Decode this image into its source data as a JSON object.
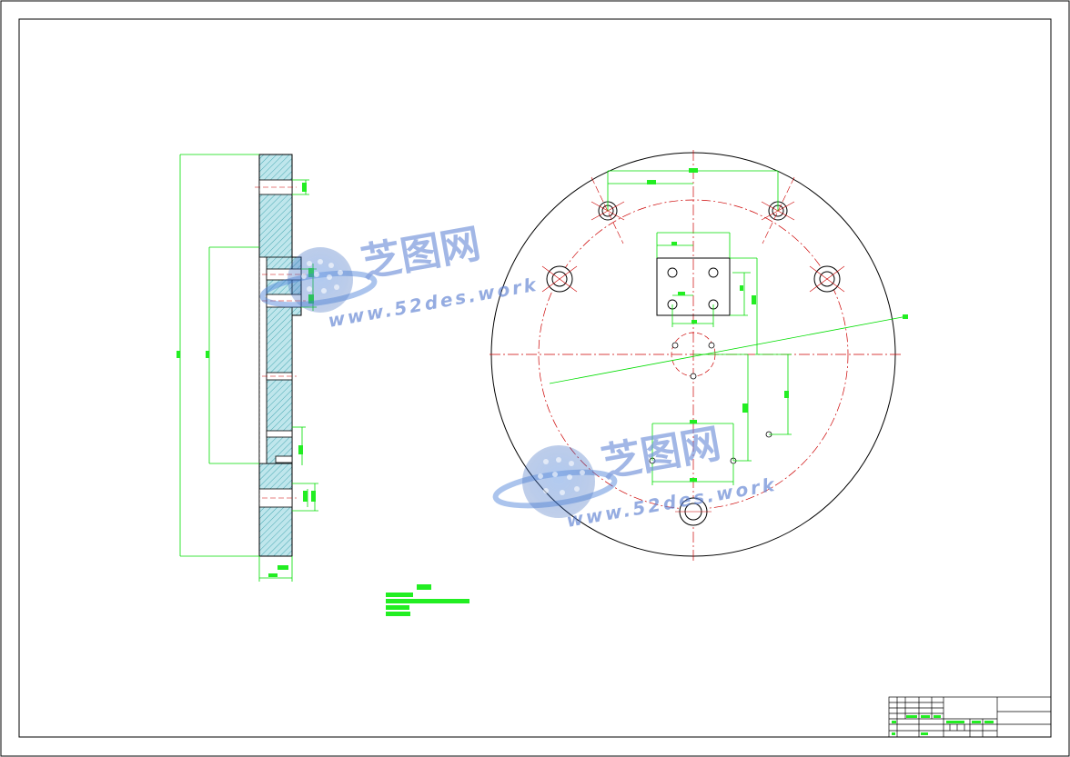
{
  "drawing": {
    "colors": {
      "outline": "#000000",
      "dimension": "#00dd00",
      "centerline": "#cc0000",
      "hatch": "#2a9aa5",
      "label_fill": "#22ee22"
    },
    "side_view": {
      "name": "section-view"
    },
    "front_view": {
      "name": "plan-view"
    },
    "technical_requirements": {
      "title": "",
      "lines": [
        "",
        "",
        "",
        ""
      ]
    },
    "title_block": {
      "cells": []
    }
  },
  "watermark": {
    "brand": "芝图网",
    "url": "www.52des.work",
    "icon": "globe-logo-icon"
  }
}
